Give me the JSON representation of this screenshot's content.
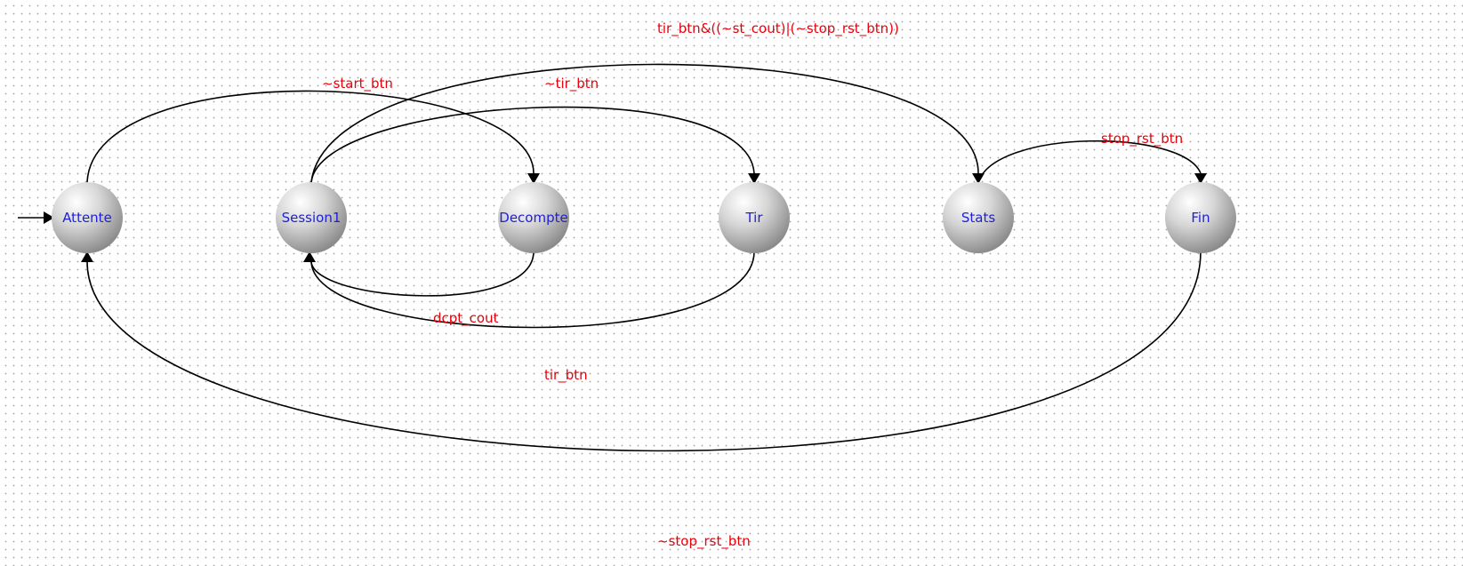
{
  "colors": {
    "state_text": "#1f1fd6",
    "transition_text": "#e8000b",
    "edge": "#000000",
    "state_fill_light": "#ffffff",
    "state_fill_dark": "#8a8a8a",
    "grid_dot": "#a9a9a9"
  },
  "states": [
    {
      "id": "attente",
      "label": "Attente",
      "initial": true
    },
    {
      "id": "session1",
      "label": "Session1"
    },
    {
      "id": "decompte",
      "label": "Decompte"
    },
    {
      "id": "tir",
      "label": "Tir"
    },
    {
      "id": "stats",
      "label": "Stats"
    },
    {
      "id": "fin",
      "label": "Fin"
    }
  ],
  "transitions": [
    {
      "id": "t1",
      "from": "attente",
      "to": "decompte",
      "label": "~start_btn"
    },
    {
      "id": "t2",
      "from": "session1",
      "to": "tir",
      "label": "~tir_btn"
    },
    {
      "id": "t3",
      "from": "session1",
      "to": "stats",
      "label": "tir_btn&((~st_cout)|(~stop_rst_btn))"
    },
    {
      "id": "t4",
      "from": "stats",
      "to": "fin",
      "label": "stop_rst_btn"
    },
    {
      "id": "t5",
      "from": "decompte",
      "to": "session1",
      "label": "dcpt_cout"
    },
    {
      "id": "t6",
      "from": "tir",
      "to": "session1",
      "label": "tir_btn"
    },
    {
      "id": "t7",
      "from": "fin",
      "to": "attente",
      "label": "~stop_rst_btn"
    }
  ]
}
